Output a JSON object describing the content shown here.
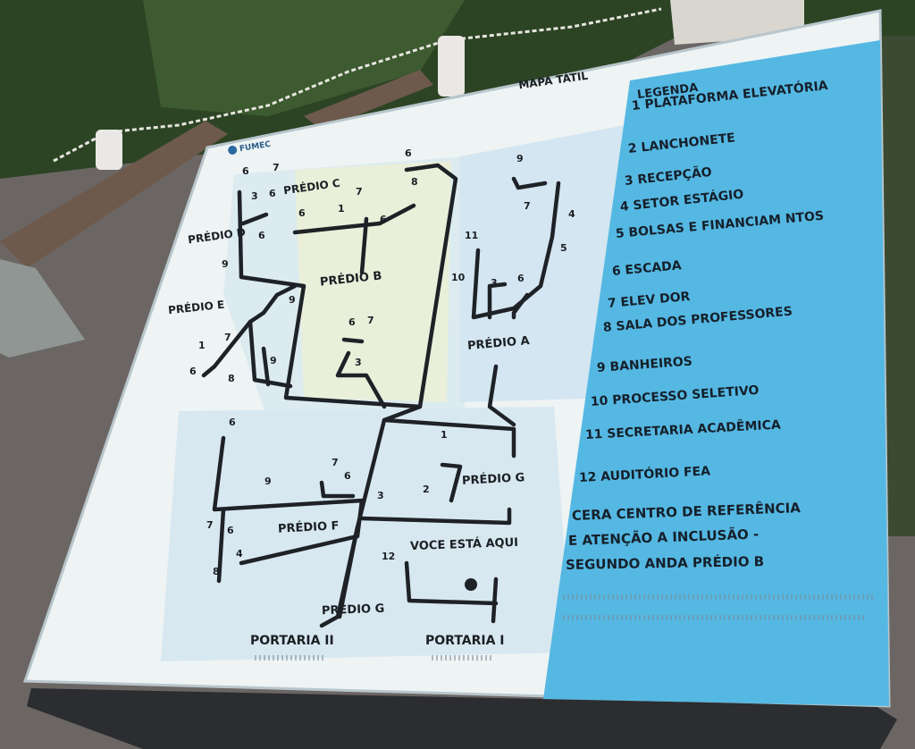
{
  "sign": {
    "title": "MAPA TÁTIL",
    "logo_text": "FUMEC",
    "legend_title": "LEGENDA",
    "legend_items": [
      "1  PLATAFORMA ELEVATÓRIA",
      "2  LANCHONETE",
      "3  RECEPÇÃO",
      "4  SETOR ESTÁGIO",
      "5  BOLSAS E FINANCIAM  NTOS",
      "6  ESCADA",
      "7  ELEV  DOR",
      "8  SALA DOS PROFESSORES",
      "9  BANHEIROS",
      "10 PROCESSO SELETIVO",
      "11  SECRETARIA ACADÊMICA",
      "12 AUDITÓRIO FEA"
    ],
    "cera_lines": [
      "CERA  CENTRO DE REFERÊNCIA",
      "E ATENÇÃO A INCLUSÃO -",
      "SEGUNDO ANDA   PRÉDIO B"
    ],
    "buildings": {
      "c": "PRÉDIO C",
      "d": "PRÉDIO D",
      "b": "PRÉDIO B",
      "e": "PRÉDIO E",
      "a": "PRÉDIO A",
      "g1": "PRÉDIO G",
      "f": "PRÉDIO F",
      "g2": "PRÉDIO G"
    },
    "you_are_here": "VOCE ESTÁ AQUI",
    "gates": {
      "portaria2": "PORTARIA II",
      "portaria1": "PORTARIA I"
    },
    "map_numbers": {
      "n6a": "6",
      "n7a": "7",
      "n3a": "3",
      "n6b": "6",
      "n6c": "6",
      "n6d": "6",
      "n7b": "7",
      "n1a": "1",
      "n8a": "8",
      "n6e": "6",
      "n9a": "9",
      "n9b": "9",
      "n7c": "7",
      "n4a": "4",
      "n5a": "5",
      "n11": "11",
      "n10": "10",
      "n3b": "3",
      "n6f": "6",
      "n9c": "9",
      "n7d": "7",
      "n1b": "1",
      "n6g": "6",
      "n8b": "8",
      "n9d": "9",
      "n6h": "6",
      "n7e": "7",
      "n3c": "3",
      "n6i": "6",
      "n9e": "9",
      "n7f": "7",
      "n6j": "6",
      "n1c": "1",
      "n2a": "2",
      "n3d": "3",
      "n7g": "7",
      "n6k": "6",
      "n6l": "6",
      "n8c": "8",
      "n4b": "4",
      "n12": "12"
    }
  },
  "colors": {
    "sign_white": "#eef3f4",
    "sign_blue": "#55b8e3",
    "route": "#1e2227",
    "pavement": "#6d6866",
    "foliage": "#2f4a27"
  }
}
